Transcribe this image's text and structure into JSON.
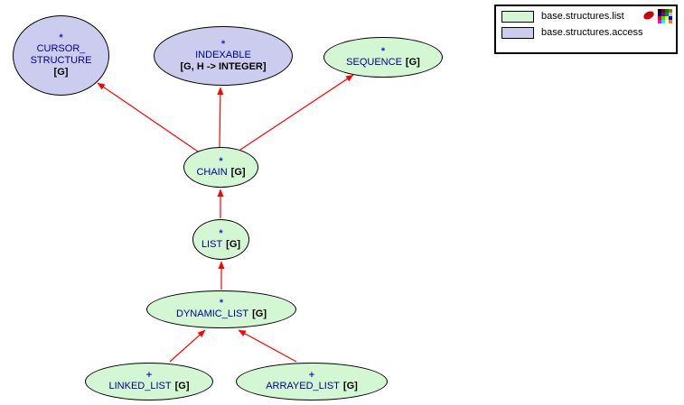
{
  "legend": {
    "items": [
      {
        "label": "base.structures.list"
      },
      {
        "label": "base.structures.access"
      }
    ]
  },
  "nodes": {
    "cursor_structure": {
      "marker": "*",
      "name_line1": "CURSOR_",
      "name_line2": "STRUCTURE",
      "generic": "[G]",
      "cluster": "base.structures.access"
    },
    "indexable": {
      "marker": "*",
      "name": "INDEXABLE",
      "generic": "[G, H -> INTEGER]",
      "cluster": "base.structures.access"
    },
    "sequence": {
      "marker": "*",
      "name": "SEQUENCE",
      "generic": "[G]",
      "cluster": "base.structures.list"
    },
    "chain": {
      "marker": "*",
      "name": "CHAIN",
      "generic": "[G]",
      "cluster": "base.structures.list"
    },
    "list": {
      "marker": "*",
      "name": "LIST",
      "generic": "[G]",
      "cluster": "base.structures.list"
    },
    "dynamic_list": {
      "marker": "*",
      "name": "DYNAMIC_LIST",
      "generic": "[G]",
      "cluster": "base.structures.list"
    },
    "linked_list": {
      "marker": "+",
      "name": "LINKED_LIST",
      "generic": "[G]",
      "cluster": "base.structures.list"
    },
    "arrayed_list": {
      "marker": "+",
      "name": "ARRAYED_LIST",
      "generic": "[G]",
      "cluster": "base.structures.list"
    }
  },
  "relations": [
    {
      "from": "CHAIN",
      "to": "CURSOR_STRUCTURE",
      "type": "inherits"
    },
    {
      "from": "CHAIN",
      "to": "INDEXABLE",
      "type": "inherits"
    },
    {
      "from": "CHAIN",
      "to": "SEQUENCE",
      "type": "inherits"
    },
    {
      "from": "LIST",
      "to": "CHAIN",
      "type": "inherits"
    },
    {
      "from": "DYNAMIC_LIST",
      "to": "LIST",
      "type": "inherits"
    },
    {
      "from": "LINKED_LIST",
      "to": "DYNAMIC_LIST",
      "type": "inherits"
    },
    {
      "from": "ARRAYED_LIST",
      "to": "DYNAMIC_LIST",
      "type": "inherits"
    }
  ],
  "colors": {
    "list_fill": "#d3f6d3",
    "access_fill": "#ccccee",
    "arrow": "#ff0000"
  }
}
